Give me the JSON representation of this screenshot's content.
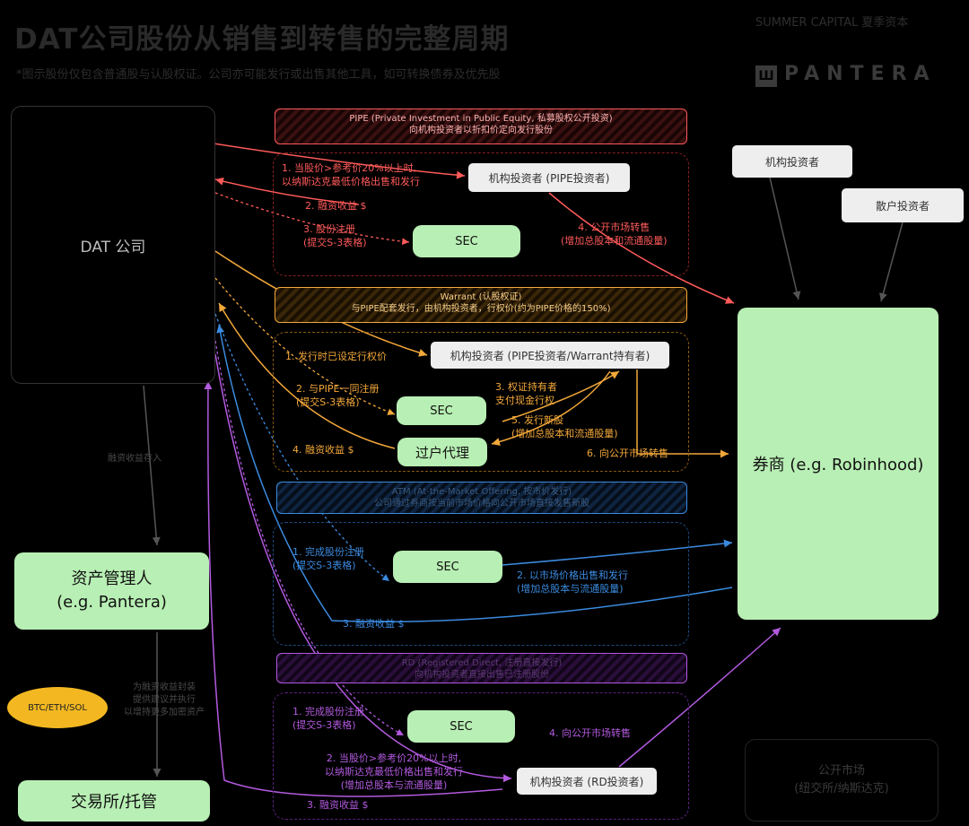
{
  "header": {
    "title": "DAT公司股份从销售到转售的完整周期",
    "subtitle": "*图示股份仅包含普通股与认股权证。公司亦可能发行或出售其他工具，如可转换债券及优先股",
    "logo_top": "SUMMER CAPITAL 夏季资本",
    "logo_main": "PANTERA"
  },
  "actors": {
    "dat": "DAT 公司",
    "asset_manager": [
      "资产管理人",
      "(e.g. Pantera)"
    ],
    "crypto": "BTC/ETH/SOL",
    "exchange": "交易所/托管",
    "broker": "券商 (e.g. Robinhood)",
    "public_market": [
      "公开市场",
      "(纽交所/纳斯达克)"
    ],
    "inst_investor": "机构投资者",
    "retail_investor": "散户投资者"
  },
  "side_notes": {
    "proceeds": "融资收益存入",
    "buy": [
      "为融资收益封装",
      "提供建议并执行",
      "以增持更多加密资产"
    ]
  },
  "colors": {
    "red": "#ff5a5a",
    "orange": "#f3a83a",
    "blue": "#3b8be0",
    "purple": "#b35ae0",
    "green_box": "#b8efb4"
  },
  "sections": {
    "pipe": {
      "banner": [
        "PIPE (Private Investment in Public Equity, 私募股权公开投资)",
        "向机构投资者以折扣价定向发行股份"
      ],
      "investor": "机构投资者 (PIPE投资者)",
      "sec": "SEC",
      "steps": {
        "s1": [
          "1. 当股价>参考价20%以上时,",
          "以纳斯达克最低价格出售和发行"
        ],
        "s2": "2. 融资收益 $",
        "s3": [
          "3. 股份注册",
          "(提交S-3表格)"
        ],
        "s4": [
          "4. 公开市场转售",
          "(增加总股本和流通股量)"
        ]
      }
    },
    "warrant": {
      "banner": [
        "Warrant (认股权证)",
        "与PIPE配套发行，由机构投资者，行权价(约为PIPE价格的150%)"
      ],
      "investor": "机构投资者 (PIPE投资者/Warrant持有者)",
      "sec": "SEC",
      "agent": "过户代理",
      "steps": {
        "s1": "1. 发行时已设定行权价",
        "s2": [
          "2. 与PIPE一同注册",
          "(提交S-3表格)"
        ],
        "s3": [
          "3. 权证持有者",
          "支付现金行权"
        ],
        "s4": "4. 融资收益 $",
        "s5": [
          "5. 发行新股",
          "(增加总股本和流通股量)"
        ],
        "s6": "6. 向公开市场转售"
      }
    },
    "atm": {
      "banner": [
        "ATM (At-the-Market Offering, 按市价发行)",
        "公司通过券商按当前市场价格向公开市场直接发售新股"
      ],
      "sec": "SEC",
      "steps": {
        "s1": [
          "1. 完成股份注册",
          "(提交S-3表格)"
        ],
        "s2": [
          "2. 以市场价格出售和发行",
          "(增加总股本与流通股量)"
        ],
        "s3": "3. 融资收益 $"
      }
    },
    "rd": {
      "banner": [
        "RD (Registered Direct, 注册直接发行)",
        "向机构投资者直接出售已注册股份"
      ],
      "investor": "机构投资者 (RD投资者)",
      "sec": "SEC",
      "steps": {
        "s1": [
          "1. 完成股份注册",
          "(提交S-3表格)"
        ],
        "s2": [
          "2. 当股价>参考价20%以上时,",
          "以纳斯达克最低价格出售和发行",
          "(增加总股本与流通股量)"
        ],
        "s3": "3. 融资收益 $",
        "s4": "4. 向公开市场转售"
      }
    }
  }
}
